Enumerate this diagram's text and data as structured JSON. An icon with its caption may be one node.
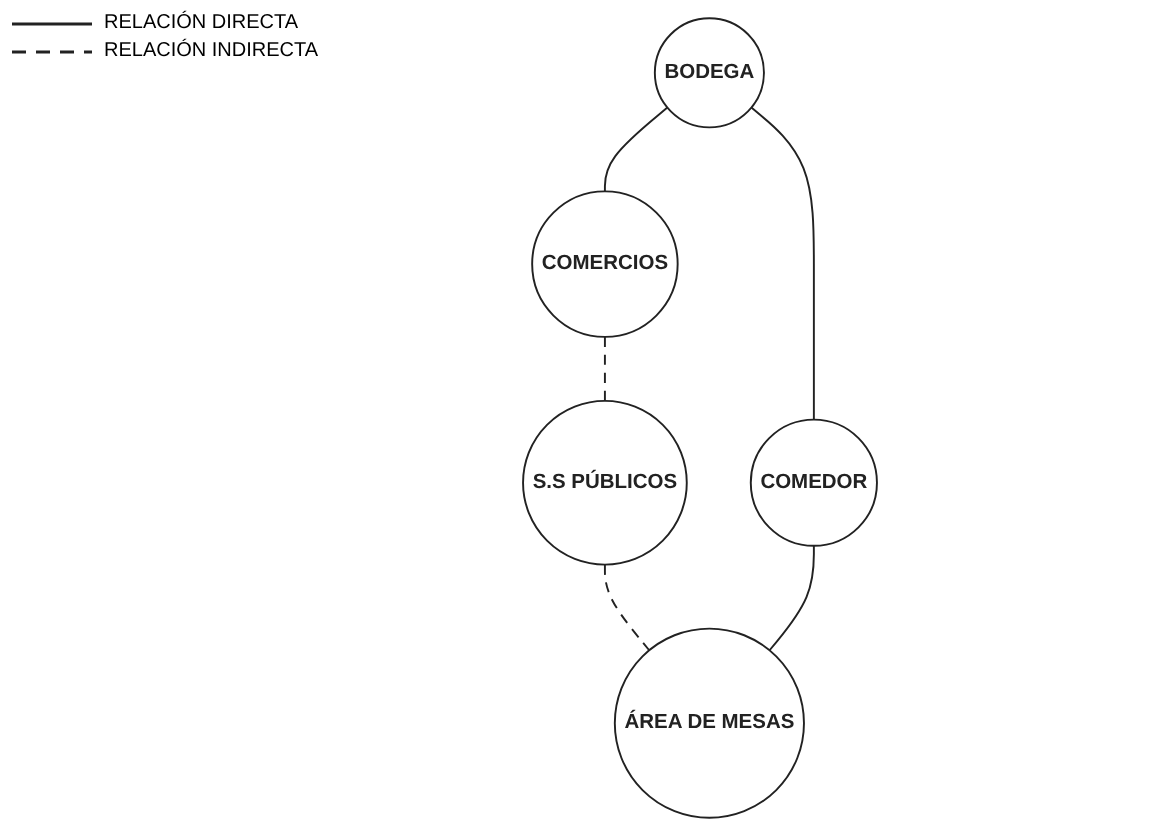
{
  "diagram": {
    "nodes": [
      {
        "text": [
          "COMERCIOS"
        ]
      },
      {
        "text": [
          "BODEGA"
        ]
      },
      {
        "text": [
          "S.S PÚBLICOS"
        ]
      },
      {
        "text": [
          "COMEDOR"
        ]
      },
      {
        "text": [
          "ÁREA DE MESAS"
        ]
      }
    ],
    "edges": [
      {
        "from": 1,
        "to": 0,
        "arrow": "none"
      },
      {
        "from": 0,
        "to": 2,
        "arrow": "none",
        "style": "dashed"
      },
      {
        "from": 2,
        "to": 4,
        "arrow": "none",
        "style": "dashed"
      },
      {
        "from": 1,
        "to": 3,
        "arrow": "none"
      },
      {
        "from": 3,
        "to": 4,
        "arrow": "none"
      }
    ],
    "legend": [
      {
        "text": "RELACIÓN DIRECTA"
      },
      {
        "text": "RELACIÓN INDIRECTA"
      }
    ]
  }
}
